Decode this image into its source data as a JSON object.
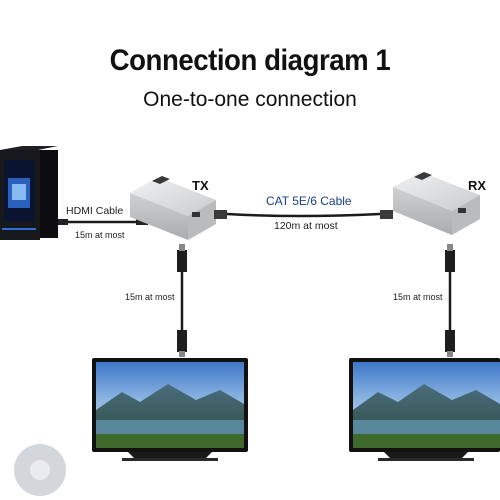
{
  "title": "Connection diagram 1",
  "subtitle": "One-to-one connection",
  "labels": {
    "hdmi_cable": "HDMI Cable",
    "hdmi_len_pc": "15m at most",
    "tx": "TX",
    "rx": "RX",
    "cat_cable": "CAT 5E/6 Cable",
    "cat_len": "120m at most",
    "hdmi_len_left_tv": "15m at most",
    "hdmi_len_right_tv": "15m at most"
  },
  "colors": {
    "cable": "#1b1b1b",
    "cat_label": "#1a3f8a",
    "device_body": "#d9dadb",
    "tower_glow": "#2f6fd6"
  }
}
